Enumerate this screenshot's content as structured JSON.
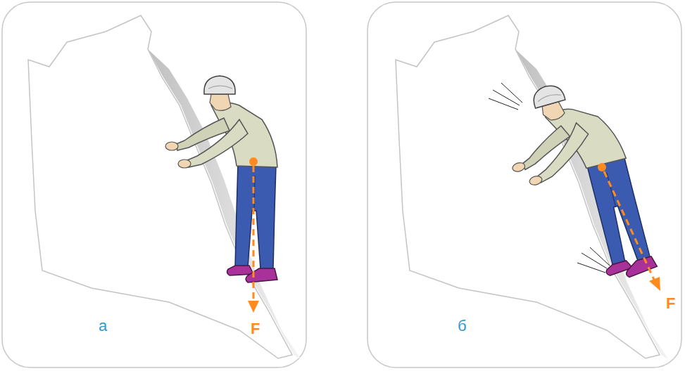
{
  "diagram": {
    "labels": [
      "а",
      "F",
      "б",
      "F"
    ]
  }
}
